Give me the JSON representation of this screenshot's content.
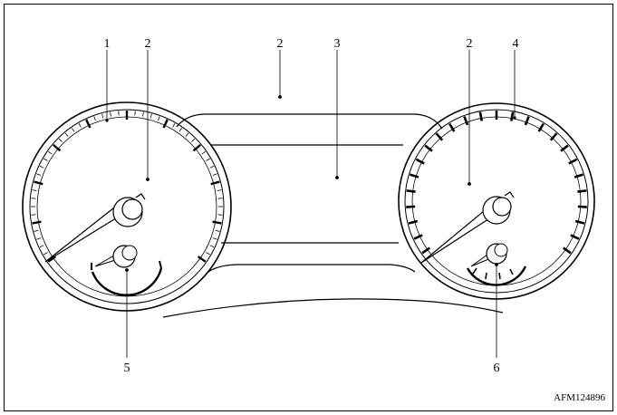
{
  "callouts": {
    "c1": "1",
    "c2a": "2",
    "c2b": "2",
    "c2c": "2",
    "c3": "3",
    "c4": "4",
    "c5": "5",
    "c6": "6"
  },
  "figure_code": "AFM124896",
  "colors": {
    "line": "#000000",
    "background": "#ffffff"
  }
}
